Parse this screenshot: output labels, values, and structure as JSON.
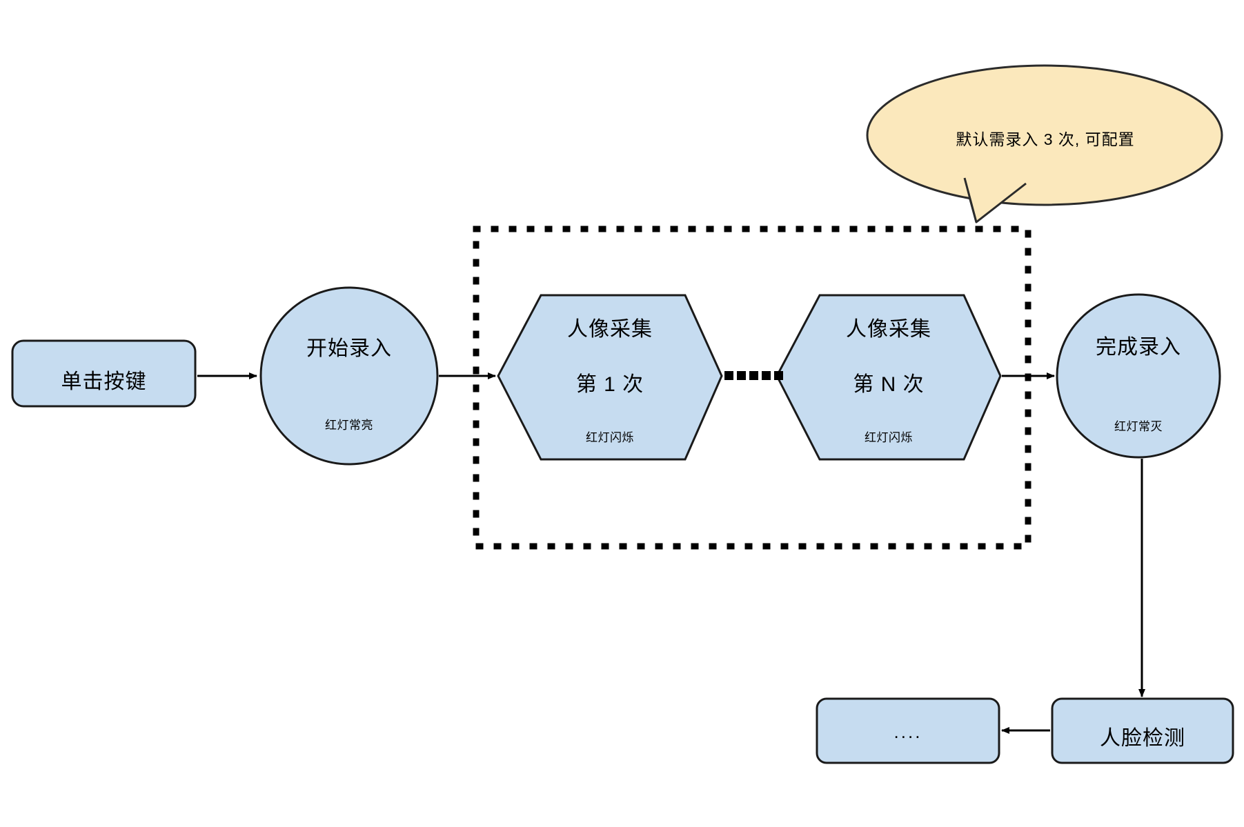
{
  "diagram": {
    "title": "face-enrollment-flowchart",
    "colors": {
      "node_fill": "#c6dcf0",
      "node_stroke": "#1a1a1a",
      "callout_fill": "#fbe8bc",
      "callout_stroke": "#2b2b2b",
      "edge": "#000000",
      "group_border": "#000000",
      "background": "#ffffff"
    },
    "nodes": {
      "press_key": {
        "shape": "rounded-rect",
        "label": "单击按键"
      },
      "start_enroll": {
        "shape": "circle",
        "label": "开始录入",
        "sub_label": "红灯常亮"
      },
      "capture_first": {
        "shape": "hexagon",
        "label_line1": "人像采集",
        "label_line2": "第 1 次",
        "sub_label": "红灯闪烁"
      },
      "capture_nth": {
        "shape": "hexagon",
        "label_line1": "人像采集",
        "label_line2": "第 N 次",
        "sub_label": "红灯闪烁"
      },
      "finish_enroll": {
        "shape": "circle",
        "label": "完成录入",
        "sub_label": "红灯常灭"
      },
      "face_detect": {
        "shape": "rounded-rect",
        "label": "人脸检测"
      },
      "more_steps": {
        "shape": "rounded-rect",
        "label": "...."
      }
    },
    "ellipsis_between_hexagons": {
      "dot_count": 5,
      "style": "square-dots"
    },
    "group": {
      "name": "capture-loop-group",
      "border_style": "dotted"
    },
    "callout": {
      "text": "默认需录入 3 次, 可配置",
      "shape": "speech-bubble-ellipse",
      "points_to": "capture-loop-group"
    },
    "edges": [
      {
        "from": "press_key",
        "to": "start_enroll",
        "direction": "right"
      },
      {
        "from": "start_enroll",
        "to": "capture_first",
        "direction": "right"
      },
      {
        "from": "capture_first",
        "to": "capture_nth",
        "direction": "right-dots"
      },
      {
        "from": "capture_nth",
        "to": "finish_enroll",
        "direction": "right"
      },
      {
        "from": "finish_enroll",
        "to": "face_detect",
        "direction": "down"
      },
      {
        "from": "face_detect",
        "to": "more_steps",
        "direction": "left"
      }
    ]
  }
}
